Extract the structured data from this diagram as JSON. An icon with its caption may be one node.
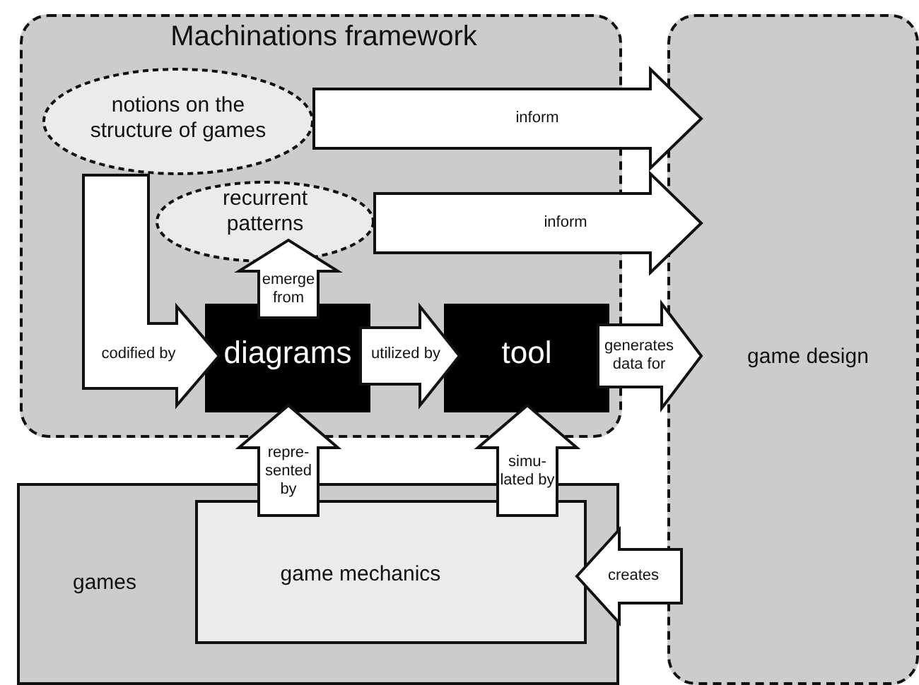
{
  "diagram": {
    "nodes": [
      {
        "text": [
          "Machinations framework"
        ]
      },
      {
        "text": [
          "notions on the structure of games"
        ],
        "in": 0
      },
      {
        "text": [
          "recurrent patterns"
        ],
        "in": 0
      },
      {
        "text": [
          "diagrams"
        ],
        "in": 0
      },
      {
        "text": [
          "tool"
        ],
        "in": 0
      },
      {
        "text": [
          "game design"
        ]
      },
      {
        "text": [
          "games"
        ]
      },
      {
        "text": [
          "game mechanics"
        ],
        "in": 6
      }
    ],
    "edges": [
      {
        "from": 1,
        "to": 5,
        "arrow": "to",
        "label": "inform"
      },
      {
        "from": 2,
        "to": 5,
        "arrow": "to",
        "label": "inform"
      },
      {
        "from": 1,
        "to": 3,
        "arrow": "to",
        "label": "codified by"
      },
      {
        "from": 3,
        "to": 2,
        "arrow": "to",
        "label": "emerge from"
      },
      {
        "from": 3,
        "to": 4,
        "arrow": "to",
        "label": "utilized by"
      },
      {
        "from": 4,
        "to": 5,
        "arrow": "to",
        "label": "generates data for"
      },
      {
        "from": 7,
        "to": 3,
        "arrow": "to",
        "label": "repre- sented by"
      },
      {
        "from": 7,
        "to": 4,
        "arrow": "to",
        "label": "simu- lated by"
      },
      {
        "from": 5,
        "to": 7,
        "arrow": "to",
        "label": "creates"
      }
    ]
  }
}
